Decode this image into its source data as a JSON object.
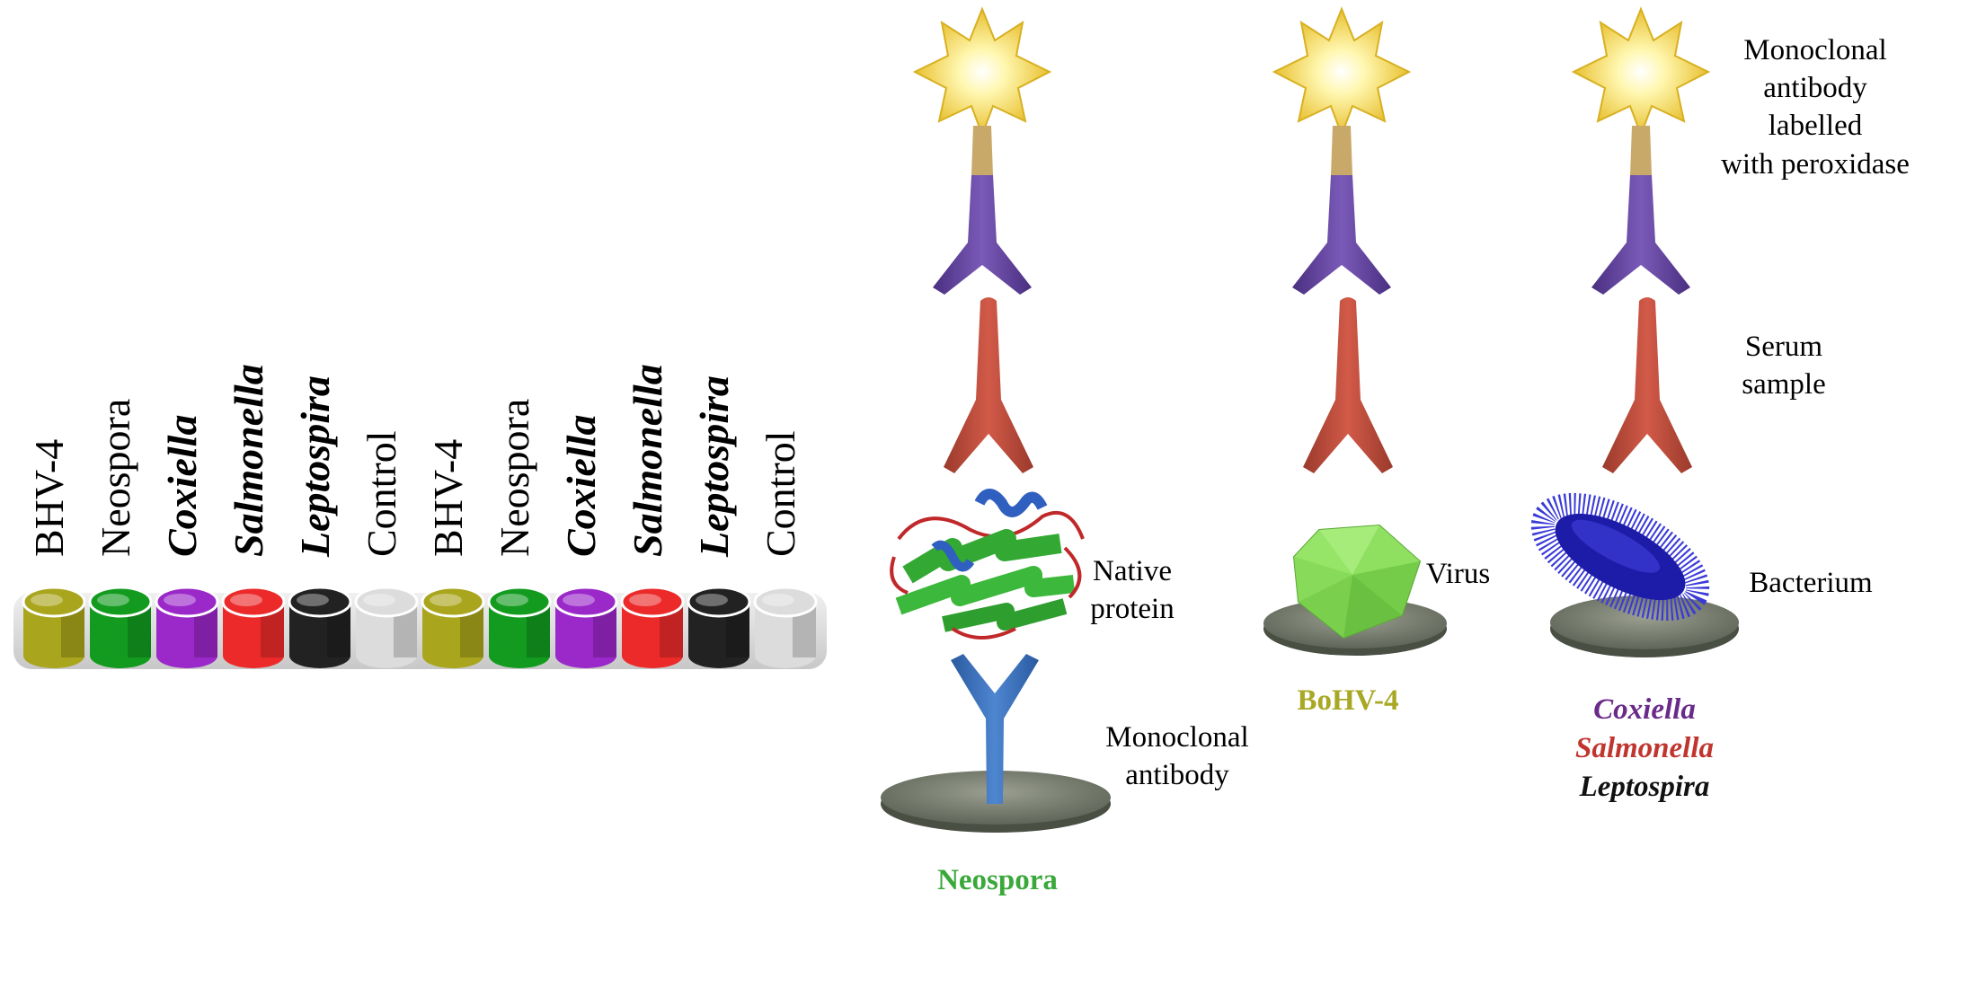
{
  "wells": [
    {
      "label": "BHV-4",
      "italic": false,
      "color": "#a9a51d"
    },
    {
      "label": "Neospora",
      "italic": false,
      "color": "#139b20"
    },
    {
      "label": "Coxiella",
      "italic": true,
      "color": "#9b28c9"
    },
    {
      "label": "Salmonella",
      "italic": true,
      "color": "#ec2a2a"
    },
    {
      "label": "Leptospira",
      "italic": true,
      "color": "#222222"
    },
    {
      "label": "Control",
      "italic": false,
      "color": "#dcdcdc"
    },
    {
      "label": "BHV-4",
      "italic": false,
      "color": "#a9a51d"
    },
    {
      "label": "Neospora",
      "italic": false,
      "color": "#139b20"
    },
    {
      "label": "Coxiella",
      "italic": true,
      "color": "#9b28c9"
    },
    {
      "label": "Salmonella",
      "italic": true,
      "color": "#ec2a2a"
    },
    {
      "label": "Leptospira",
      "italic": true,
      "color": "#222222"
    },
    {
      "label": "Control",
      "italic": false,
      "color": "#dcdcdc"
    }
  ],
  "labels": {
    "conjugate": "Monoclonal\nantibody labelled\nwith peroxidase",
    "serum": "Serum\nsample",
    "native_protein": "Native\nprotein",
    "virus": "Virus",
    "bacterium": "Bacterium",
    "capture_mab": "Monoclonal\nantibody"
  },
  "species": {
    "neospora": {
      "text": "Neospora",
      "color": "#3aa83a"
    },
    "bohv4": {
      "text": "BoHV-4",
      "color": "#a8a825"
    },
    "bacteria": [
      {
        "text": "Coxiella",
        "color": "#6a2a8a"
      },
      {
        "text": "Salmonella",
        "color": "#c0362f"
      },
      {
        "text": "Leptospira",
        "color": "#111111"
      }
    ]
  },
  "colors": {
    "conjugate_antibody": "#6a4a9e",
    "serum_antibody": "#c0503f",
    "capture_antibody": "#3b6db8",
    "peroxidase": "#f2d84a",
    "plate": "#7a8070",
    "virus": "#8fe060",
    "bacterium": "#2424b8"
  }
}
